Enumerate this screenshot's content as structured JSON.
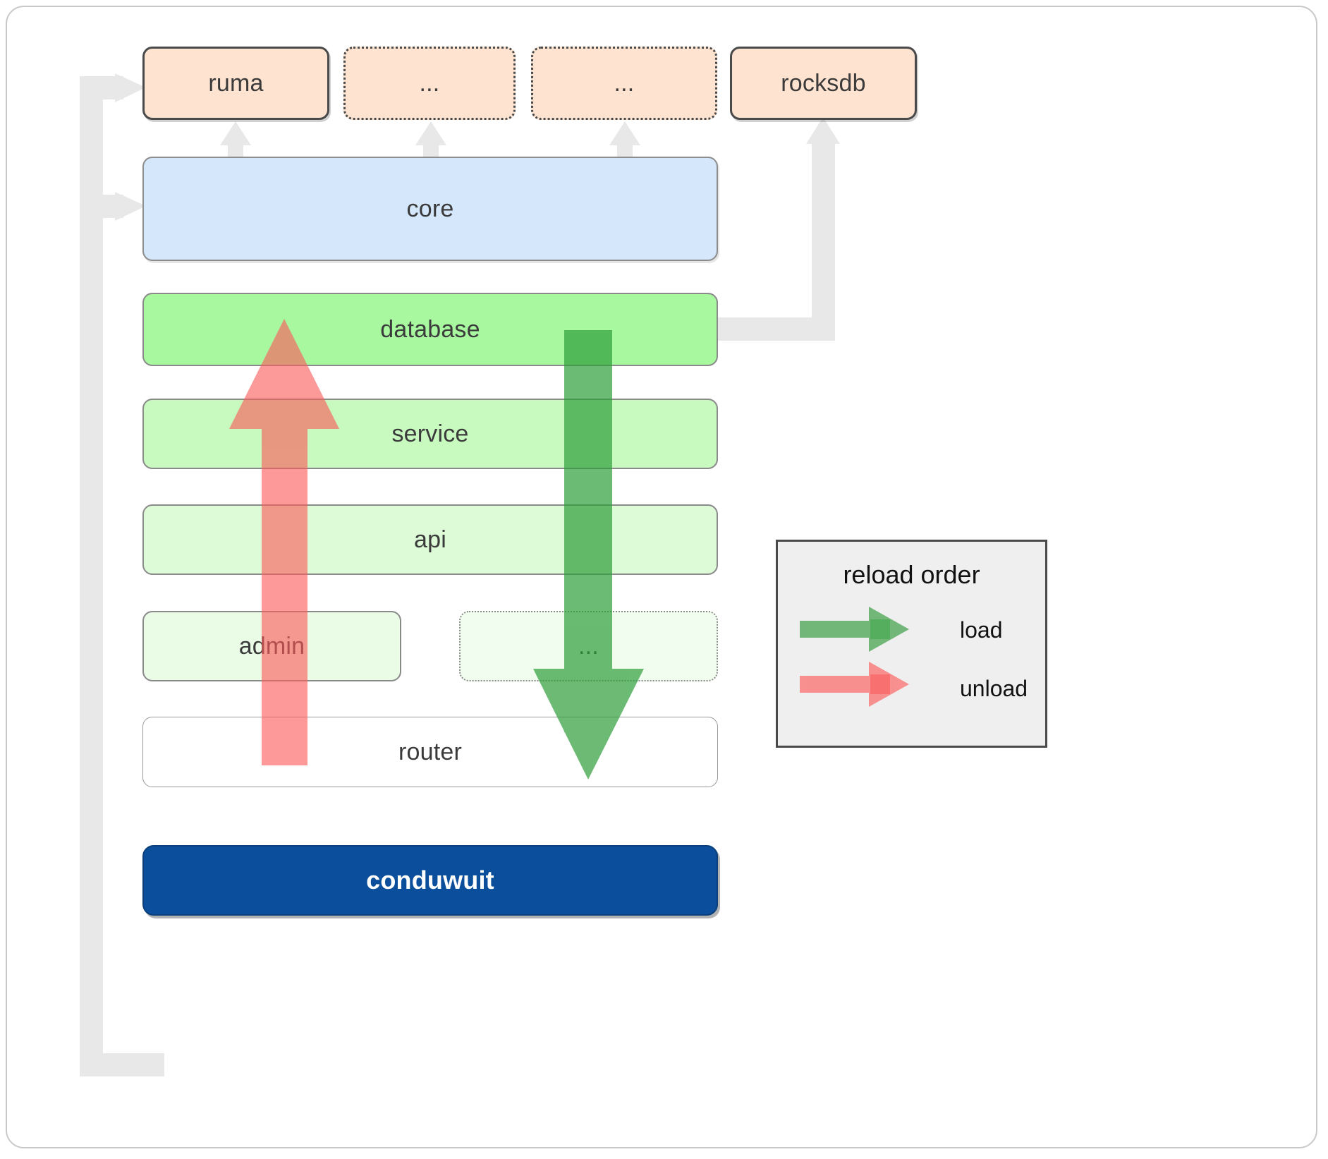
{
  "diagram": {
    "title": "conduwuit module reload architecture",
    "root": {
      "label": "conduwuit"
    },
    "dependencies": [
      {
        "label": "ruma",
        "style": "solid"
      },
      {
        "label": "...",
        "style": "dotted"
      },
      {
        "label": "...",
        "style": "dotted"
      },
      {
        "label": "rocksdb",
        "style": "solid"
      }
    ],
    "core": {
      "label": "core"
    },
    "layers": [
      {
        "label": "database",
        "style": "solid"
      },
      {
        "label": "service",
        "style": "solid"
      },
      {
        "label": "api",
        "style": "solid"
      },
      {
        "label": "admin",
        "style": "solid"
      },
      {
        "label": "...",
        "style": "dotted"
      },
      {
        "label": "router",
        "style": "plain"
      }
    ],
    "legend": {
      "title": "reload order",
      "items": [
        {
          "label": "load",
          "color": "#54a85b"
        },
        {
          "label": "unload",
          "color": "#f97f7f"
        }
      ]
    },
    "colors": {
      "dependency_fill": "#fde3d0",
      "core_fill": "#d4e7fb",
      "database_fill": "#a8f8a0",
      "service_fill": "#c8fabf",
      "api_fill": "#ddfbd6",
      "admin_fill": "#eafce6",
      "router_fill": "#ffffff",
      "root_fill": "#0b4f9c",
      "load_arrow": "#54a85b",
      "unload_arrow": "#f97f7f",
      "connector": "#e8e8e8",
      "legend_bg": "#efefef"
    }
  }
}
